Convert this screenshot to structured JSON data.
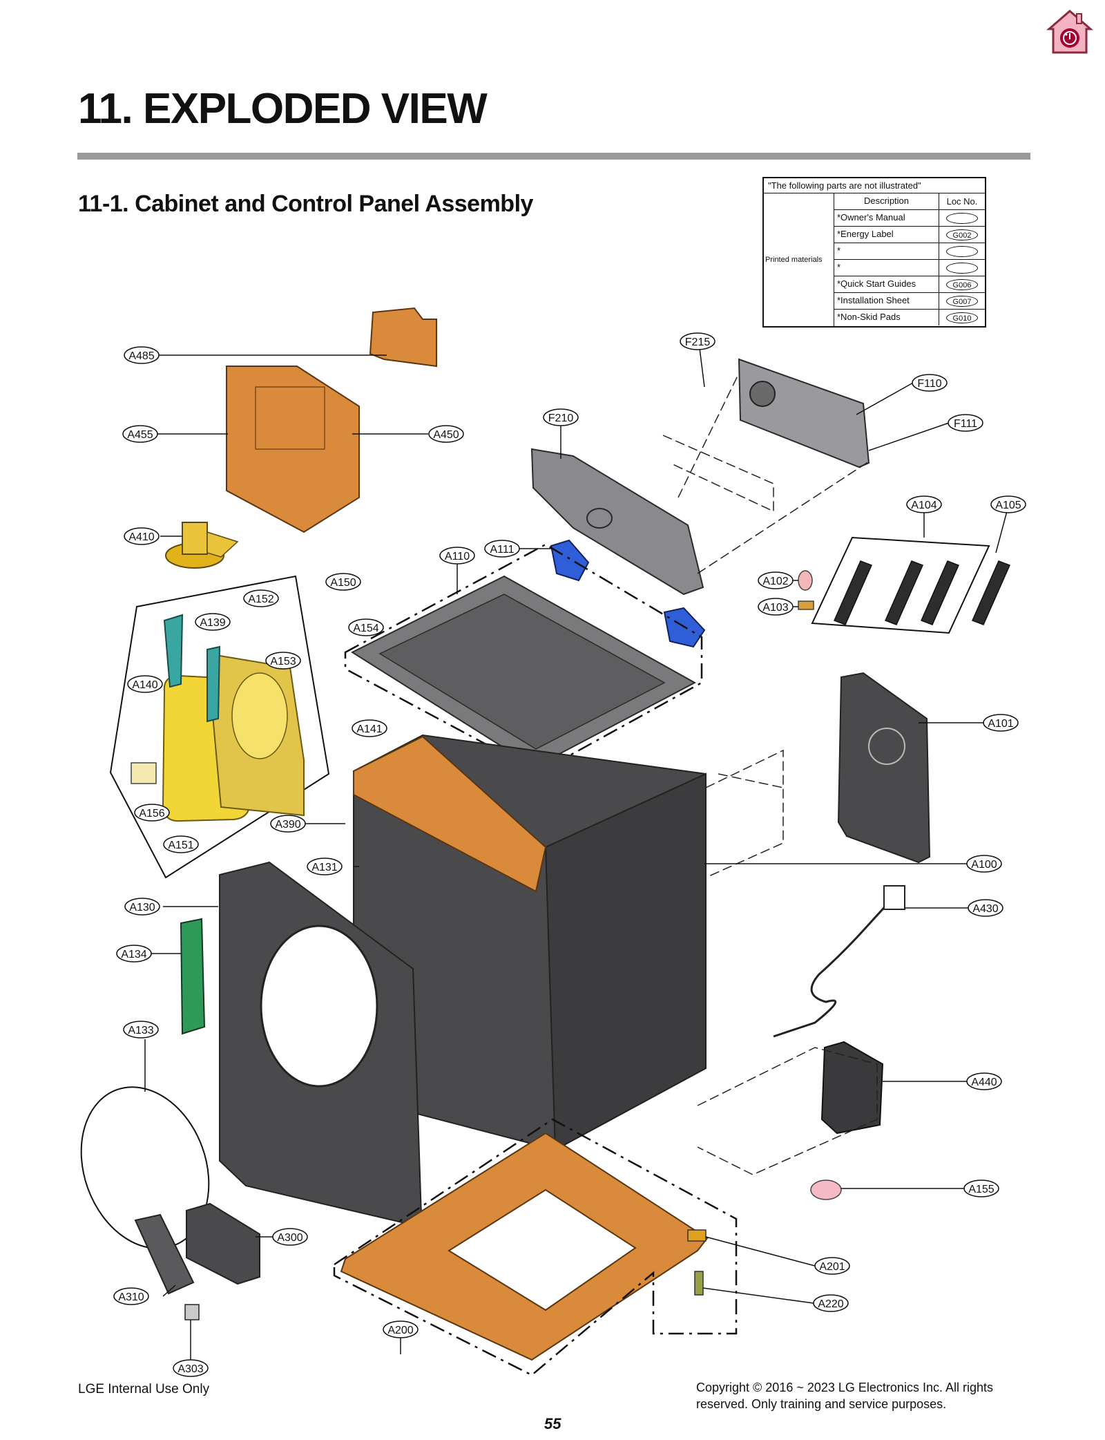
{
  "page": {
    "title": "11. EXPLODED VIEW",
    "subtitle": "11-1. Cabinet and Control Panel Assembly",
    "footer_left": "LGE Internal Use Only",
    "page_number": "55",
    "copyright_line1": "Copyright © 2016 ~ 2023 LG Electronics Inc. All rights",
    "copyright_line2": "reserved. Only training and service purposes.",
    "home_icon": "lg-home-icon",
    "colors": {
      "rule": "#9a9a9a",
      "brand": "#a50034",
      "house": "#f3b3c3",
      "cabinet": "#4a4a4a",
      "base": "#d98a3a"
    }
  },
  "not_illustrated": {
    "header": "\"The following parts are not illustrated\"",
    "col_description": "Description",
    "col_loc": "Loc No.",
    "category": "Printed materials",
    "rows": [
      {
        "desc": "*Owner's Manual",
        "loc": ""
      },
      {
        "desc": "*Energy Label",
        "loc": "G002"
      },
      {
        "desc": "*",
        "loc": ""
      },
      {
        "desc": "*",
        "loc": ""
      },
      {
        "desc": "*Quick Start Guides",
        "loc": "G006"
      },
      {
        "desc": "*Installation  Sheet",
        "loc": "G007"
      },
      {
        "desc": "*Non-Skid Pads",
        "loc": "G010"
      }
    ]
  },
  "callouts": [
    "A485",
    "A455",
    "A450",
    "A410",
    "F215",
    "F110",
    "F111",
    "F210",
    "A104",
    "A105",
    "A111",
    "A110",
    "A150",
    "A152",
    "A139",
    "A154",
    "A153",
    "A140",
    "A102",
    "A103",
    "A101",
    "A141",
    "A156",
    "A151",
    "A390",
    "A131",
    "A100",
    "A130",
    "A430",
    "A134",
    "A133",
    "A440",
    "A155",
    "A300",
    "A201",
    "A310",
    "A220",
    "A303",
    "A200"
  ]
}
